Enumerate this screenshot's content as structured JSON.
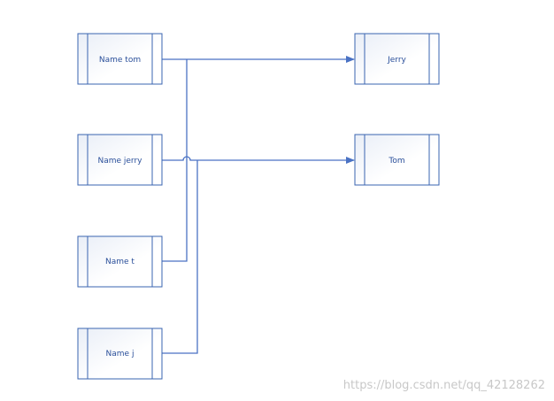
{
  "diagram": {
    "nodes": {
      "name_tom": "Name tom",
      "name_jerry": "Name jerry",
      "name_t": "Name t",
      "name_j": "Name j",
      "jerry": "Jerry",
      "tom": "Tom"
    }
  },
  "colors": {
    "stroke": "#3a64b0",
    "connector": "#4a72c4",
    "label": "#2a4f9a"
  },
  "watermark": "https://blog.csdn.net/qq_42128262"
}
